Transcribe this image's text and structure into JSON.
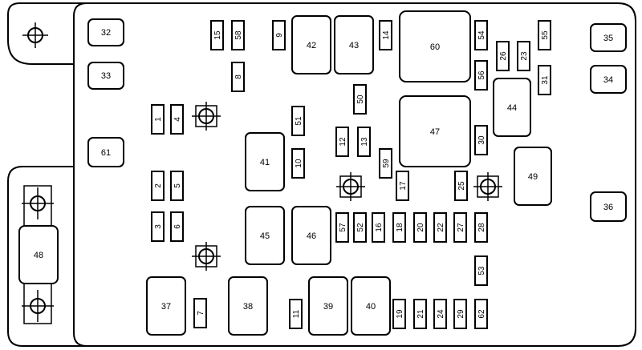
{
  "fuses": {
    "f1": "1",
    "f2": "2",
    "f3": "3",
    "f4": "4",
    "f5": "5",
    "f6": "6",
    "f7": "7",
    "f8": "8",
    "f9": "9",
    "f10": "10",
    "f11": "11",
    "f12": "12",
    "f13": "13",
    "f14": "14",
    "f15": "15",
    "f16": "16",
    "f17": "17",
    "f18": "18",
    "f19": "19",
    "f20": "20",
    "f21": "21",
    "f22": "22",
    "f23": "23",
    "f24": "24",
    "f25": "25",
    "f26": "26",
    "f27": "27",
    "f28": "28",
    "f29": "29",
    "f30": "30",
    "f31": "31",
    "f50": "50",
    "f51": "51",
    "f52": "52",
    "f53": "53",
    "f54": "54",
    "f55": "55",
    "f56": "56",
    "f57": "57",
    "f58": "58",
    "f59": "59",
    "f62": "62"
  },
  "relays": {
    "r32": "32",
    "r33": "33",
    "r34": "34",
    "r35": "35",
    "r36": "36",
    "r37": "37",
    "r38": "38",
    "r39": "39",
    "r40": "40",
    "r41": "41",
    "r42": "42",
    "r43": "43",
    "r44": "44",
    "r45": "45",
    "r46": "46",
    "r47": "47",
    "r48": "48",
    "r49": "49",
    "r60": "60",
    "r61": "61"
  }
}
